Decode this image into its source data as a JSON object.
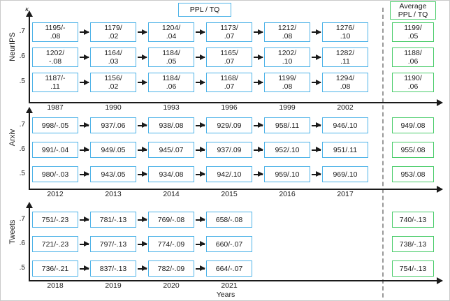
{
  "legend": {
    "metric_box_label": "PPL / TQ",
    "average_box_label": "Average\nPPL / TQ"
  },
  "axes": {
    "kappa_symbol": "κ",
    "x_caption": "Years",
    "y_ticks": [
      ".7",
      ".6",
      ".5"
    ]
  },
  "chart_data": {
    "type": "table",
    "title": "PPL / TQ",
    "xlabel": "Years",
    "ylabel": "κ",
    "legend_position": "top-center",
    "grid": false,
    "annotations": [
      "PPL / TQ",
      "Average PPL / TQ"
    ],
    "sections": [
      {
        "name": "NeurIPS",
        "label": "NeurIPS",
        "x_ticks": [
          "1987",
          "1990",
          "1993",
          "1996",
          "1999",
          "2002"
        ],
        "y_ticks": [
          ".7",
          ".6",
          ".5"
        ],
        "rows": [
          {
            "kappa": ".7",
            "values": [
              "1195/-\n.08",
              "1179/\n.02",
              "1204/\n.04",
              "1173/\n.07",
              "1212/\n.08",
              "1276/\n.10"
            ],
            "average": "1199/\n.05"
          },
          {
            "kappa": ".6",
            "values": [
              "1202/\n-.08",
              "1164/\n.03",
              "1184/\n.05",
              "1165/\n.07",
              "1202/\n.10",
              "1282/\n.11"
            ],
            "average": "1188/\n.06"
          },
          {
            "kappa": ".5",
            "values": [
              "1187/-\n.11",
              "1156/\n.02",
              "1184/\n.06",
              "1168/\n.07",
              "1199/\n.08",
              "1294/\n.08"
            ],
            "average": "1190/\n.06"
          }
        ]
      },
      {
        "name": "Arxiv",
        "label": "Arxiv",
        "x_ticks": [
          "2012",
          "2013",
          "2014",
          "2015",
          "2016",
          "2017"
        ],
        "y_ticks": [
          ".7",
          ".6",
          ".5"
        ],
        "rows": [
          {
            "kappa": ".7",
            "values": [
              "998/-.05",
              "937/.06",
              "938/.08",
              "929/.09",
              "958/.11",
              "946/.10"
            ],
            "average": "949/.08"
          },
          {
            "kappa": ".6",
            "values": [
              "991/-.04",
              "949/.05",
              "945/.07",
              "937/.09",
              "952/.10",
              "951/.11"
            ],
            "average": "955/.08"
          },
          {
            "kappa": ".5",
            "values": [
              "980/-.03",
              "943/.05",
              "934/.08",
              "942/.10",
              "959/.10",
              "969/.10"
            ],
            "average": "953/.08"
          }
        ]
      },
      {
        "name": "Tweets",
        "label": "Tweets",
        "x_ticks": [
          "2018",
          "2019",
          "2020",
          "2021"
        ],
        "y_ticks": [
          ".7",
          ".6",
          ".5"
        ],
        "rows": [
          {
            "kappa": ".7",
            "values": [
              "751/-.23",
              "781/-.13",
              "769/-.08",
              "658/-.08"
            ],
            "average": "740/-.13"
          },
          {
            "kappa": ".6",
            "values": [
              "721/-.23",
              "797/-.13",
              "774/-.09",
              "660/-.07"
            ],
            "average": "738/-.13"
          },
          {
            "kappa": ".5",
            "values": [
              "736/-.21",
              "837/-.13",
              "782/-.09",
              "664/-.07"
            ],
            "average": "754/-.13"
          }
        ]
      }
    ]
  },
  "colors": {
    "box_border": "#4eb3e8",
    "average_border": "#49cc6a",
    "axis": "#1a1a1a",
    "divider": "#9a9a9a"
  }
}
